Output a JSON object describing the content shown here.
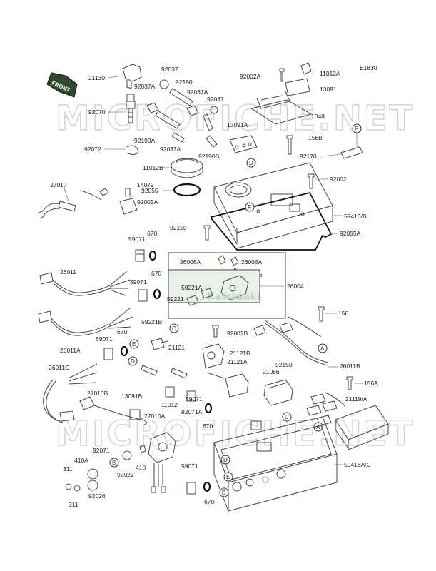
{
  "diagram_code": "E1830",
  "front_arrow": "FRONT",
  "watermark": "MICROFICHE.NET",
  "labels": {
    "p21130": "21130",
    "p92037_top": "92037",
    "p92190_top": "92190",
    "p92037A_a": "92037A",
    "p92037A_b": "92037A",
    "p92037_b": "92037",
    "p92070": "92070",
    "p92190A": "92190A",
    "p92037A_c": "92037A",
    "p92190B": "92190B",
    "p13091A": "13091A",
    "p92072": "92072",
    "p92002A_top": "92002A",
    "p11012A": "11012A",
    "p13091": "13091",
    "p11048": "11048",
    "p156B": "156B",
    "p92170": "92170",
    "p11012B": "11012B",
    "p92002": "92002",
    "p27010": "27010",
    "p14079": "14079",
    "p92055": "92055",
    "p92002A_mid": "92002A",
    "p59416B": "59416/B",
    "p92055A": "92055A",
    "p92150_top": "92150",
    "p670_a": "670",
    "p59071_a": "59071",
    "p26006A_a": "26006A",
    "p26006A_b": "26006A",
    "p26006_a": "26006",
    "p26006_b": "26006",
    "p26011": "26011",
    "p670_b": "670",
    "p59071_b": "59071",
    "p59221A": "59221A",
    "p59221": "59221",
    "p26004": "26004",
    "p156": "156",
    "p26011A": "26011A",
    "p59221B": "59221B",
    "p670_c": "670",
    "p59071_c": "59071",
    "p92002B": "92002B",
    "p21121": "21121",
    "p21121B": "21121B",
    "p21121A": "21121A",
    "p92150_b": "92150",
    "p26011B": "26011B",
    "p26011C": "26011C",
    "p21066": "21066",
    "p156A": "156A",
    "p27010B": "27010B",
    "p13091B": "13091B",
    "p11012": "11012",
    "p59071_d": "59071",
    "p92071A": "92071A",
    "p21119A": "21119/A",
    "p27010A": "27010A",
    "p670_d": "670",
    "p92071": "92071",
    "p410A": "410A",
    "p92022": "92022",
    "p410": "410",
    "p311_a": "311",
    "p92026": "92026",
    "p311_b": "311",
    "p59071_e": "59071",
    "p670_e": "670",
    "p59416AC": "59416A/C"
  },
  "refs": {
    "A": "A",
    "B": "B",
    "C": "C",
    "D": "D",
    "E": "E",
    "F": "F"
  }
}
